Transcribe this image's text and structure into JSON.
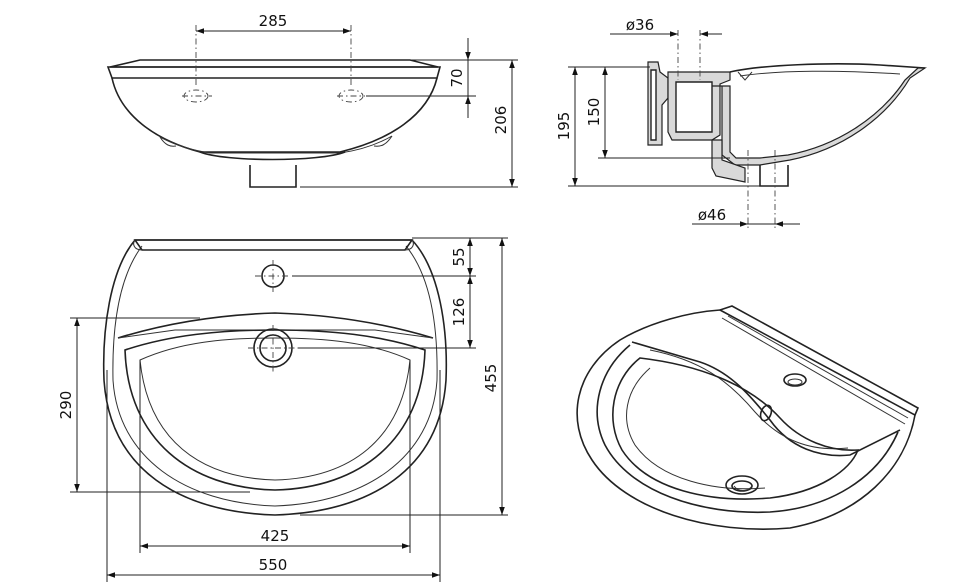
{
  "views": {
    "front": {
      "dims": {
        "hole_spacing": "285",
        "hole_height": "70",
        "total_height": "206"
      }
    },
    "section": {
      "dims": {
        "tap_hole_diameter": "ø36",
        "overall_height": "195",
        "mount_height": "150",
        "drain_diameter": "ø46"
      }
    },
    "top": {
      "dims": {
        "tap_offset": "55",
        "drain_offset": "126",
        "total_depth": "455",
        "bowl_depth": "290",
        "bowl_width": "425",
        "total_width": "550"
      }
    },
    "perspective": {}
  }
}
